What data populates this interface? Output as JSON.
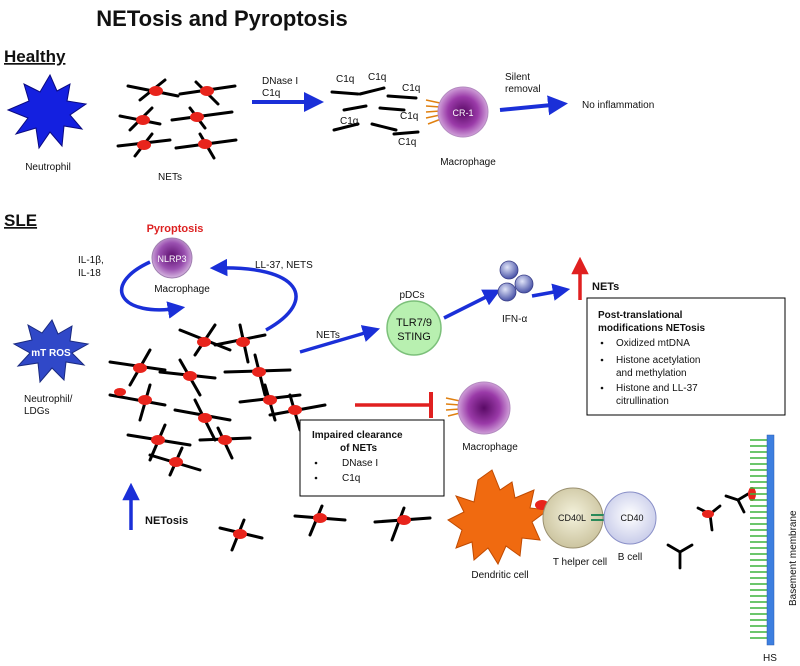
{
  "title": "NETosis and Pyroptosis",
  "healthy": {
    "heading": "Healthy",
    "neutrophil": "Neutrophil",
    "nets": "NETs",
    "arrow1": [
      "DNase I",
      "C1q"
    ],
    "c1q": "C1q",
    "cr1": "CR-1",
    "macrophage": "Macrophage",
    "arrow2": [
      "Silent",
      "removal"
    ],
    "outcome": "No inflammation"
  },
  "sle": {
    "heading": "SLE",
    "pyroptosis": "Pyroptosis",
    "nlrp3": "NLRP3",
    "macrophage_top": "Macrophage",
    "il": [
      "IL-1β,",
      "IL-18"
    ],
    "ll37": "LL-37, NETS",
    "mtros": "mT ROS",
    "neutrophil": [
      "Neutrophil/",
      "LDGs"
    ],
    "nets_arrow": "NETs",
    "pdcs": "pDCs",
    "tlr": [
      "TLR7/9",
      "STING"
    ],
    "ifn": "IFN-α",
    "nets_up": "NETs",
    "ptm": {
      "title": [
        "Post-translational",
        "modifications NETosis"
      ],
      "items": [
        [
          "Oxidized mtDNA"
        ],
        [
          "Histone acetylation",
          "and methylation"
        ],
        [
          "Histone and LL-37",
          "citrullination"
        ]
      ]
    },
    "impaired": {
      "title": [
        "Impaired clearance",
        "of NETs"
      ],
      "items": [
        "DNase I",
        "C1q"
      ]
    },
    "macrophage_mid": "Macrophage",
    "netosis": "NETosis",
    "dendritic": "Dendritic cell",
    "cd40l": "CD40L",
    "cd40": "CD40",
    "thelper": "T helper cell",
    "bcell": "B cell",
    "basement": "Basement membrane",
    "hs": "HS"
  },
  "colors": {
    "blue": "#1a2fd8",
    "red": "#e02020",
    "net_dot": "#e8241c",
    "pdc": "#b8f0b0",
    "dendritic": "#f06a10",
    "membrane_blue": "#3d7fe0",
    "membrane_green": "#3cb43c"
  }
}
